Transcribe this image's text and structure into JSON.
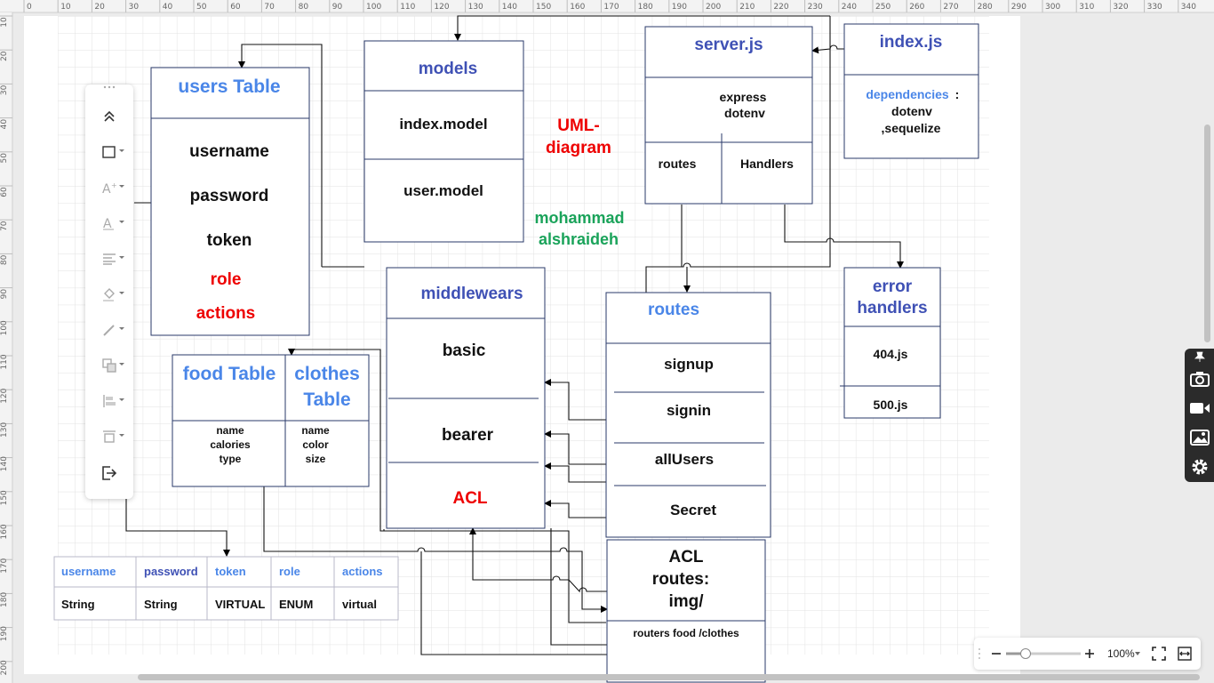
{
  "ruler": {
    "top_ticks": [
      "0",
      "10",
      "20",
      "30",
      "40",
      "50",
      "60",
      "70",
      "80",
      "90",
      "100",
      "110",
      "120",
      "130",
      "140",
      "150",
      "160",
      "170",
      "180",
      "190",
      "200",
      "210",
      "220",
      "230",
      "240",
      "250",
      "260",
      "270",
      "280",
      "290",
      "300",
      "310",
      "320",
      "330",
      "340"
    ],
    "left_ticks": [
      "10",
      "20",
      "30",
      "40",
      "50",
      "60",
      "70",
      "80",
      "90",
      "100",
      "110",
      "120",
      "130",
      "140",
      "150",
      "160",
      "170",
      "180",
      "190",
      "200"
    ]
  },
  "diagram": {
    "users_table": {
      "title": "users Table",
      "fields": [
        "username",
        "password",
        "token"
      ],
      "red_fields": [
        "role",
        "actions"
      ]
    },
    "models": {
      "title": "models",
      "row1": "index.model",
      "row2": "user.model"
    },
    "uml_label": {
      "line1": "UML-",
      "line2": "diagram"
    },
    "author": {
      "line1": "mohammad",
      "line2": "alshraideh"
    },
    "server": {
      "title": "server.js",
      "line1": "express",
      "line2": "dotenv",
      "routes": "routes",
      "handlers": "Handlers"
    },
    "index": {
      "title": "index.js",
      "dep_label": "dependencies",
      "dep_colon": ":",
      "dep1": "dotenv",
      "dep2": ",sequelize"
    },
    "error_handlers": {
      "title1": "error",
      "title2": "handlers",
      "row1": "404.js",
      "row2": "500.js"
    },
    "middlewears": {
      "title": "middlewears",
      "row1": "basic",
      "row2": "bearer",
      "row3": "ACL"
    },
    "routes": {
      "title": "routes",
      "items": [
        "signup",
        "signin",
        "allUsers",
        "Secret"
      ]
    },
    "food": {
      "title": "food Table",
      "fields": [
        "name",
        "calories",
        "type"
      ]
    },
    "clothes": {
      "title1": "clothes",
      "title2": "Table",
      "fields": [
        "name",
        "color",
        "size"
      ]
    },
    "acl_routes": {
      "line1": "ACL",
      "line2": "routes:",
      "line3": "img/",
      "footer": "routers food /clothes"
    },
    "schema": {
      "headers": [
        "username",
        "password",
        "token",
        "role",
        "actions"
      ],
      "types": [
        "String",
        "String",
        "VIRTUAL",
        "ENUM",
        "virtual"
      ]
    }
  },
  "toolbar": {
    "items": [
      "collapse-icon",
      "shape-icon",
      "text-size-icon",
      "font-color-icon",
      "align-icon",
      "fill-icon",
      "line-color-icon",
      "arrange-icon",
      "align-left-icon",
      "distribute-icon",
      "exit-icon"
    ]
  },
  "zoom": {
    "value": "100%"
  },
  "colors": {
    "blue_title": "#3f51b5",
    "light_blue": "#4a86e8",
    "red": "#ee0000",
    "green": "#1aa35a",
    "grid": "#e4e4e4",
    "box_border": "#2a3a6a"
  }
}
